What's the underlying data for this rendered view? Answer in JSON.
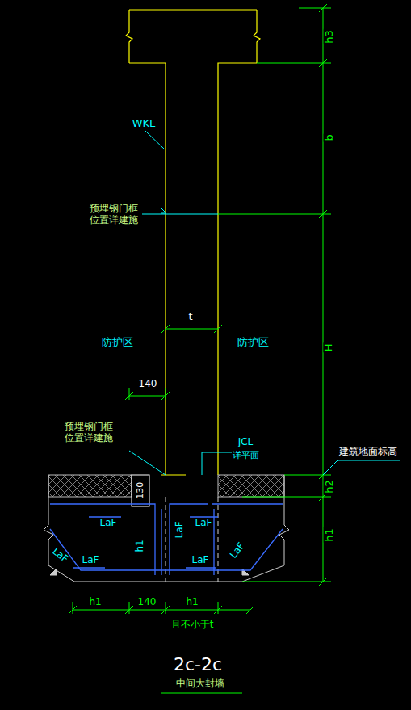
{
  "diagram": {
    "title": "2c-2c",
    "caption": "中间大封墙",
    "labels": [
      "h3",
      "b",
      "H",
      "h2",
      "h1",
      "WKL",
      "预埋钢门框 位置详建施",
      "t",
      "防护区",
      "防护区",
      "140",
      "预埋钢门框 位置详建施",
      "JCL",
      "详平面",
      "建筑地面标高",
      "130",
      "LaF",
      "LaF",
      "LaF",
      "h1",
      "LaF",
      "LaF",
      "LaF",
      "LaF",
      "h1",
      "140",
      "h1",
      "且不小于t"
    ]
  }
}
